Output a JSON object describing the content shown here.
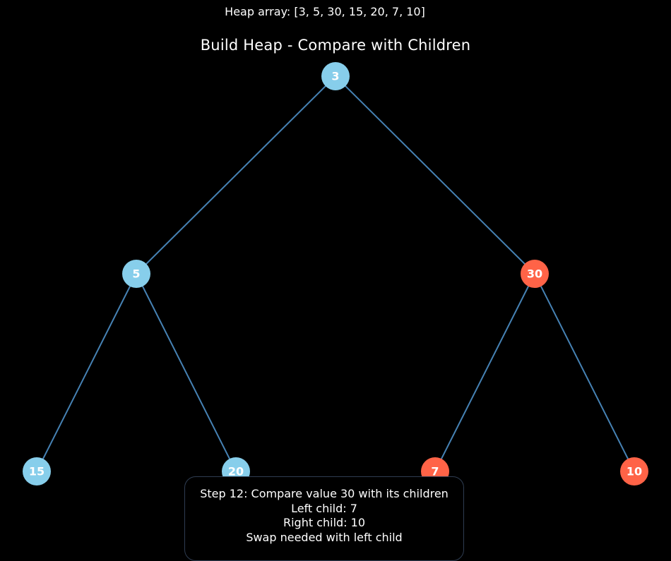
{
  "header": {
    "array_text": "Heap array: [3, 5, 30, 15, 20, 7, 10]"
  },
  "title": "Build Heap - Compare with Children",
  "colors": {
    "background": "#000000",
    "default_node": "#87ceeb",
    "highlight_node": "#ff6347",
    "edge": "#4682b4",
    "text": "#ffffff",
    "box_border": "#2f3d52"
  },
  "tree": {
    "nodes": [
      {
        "id": "n0",
        "value": "3",
        "state": "default"
      },
      {
        "id": "n1",
        "value": "5",
        "state": "default"
      },
      {
        "id": "n2",
        "value": "30",
        "state": "highlight"
      },
      {
        "id": "n3",
        "value": "15",
        "state": "default"
      },
      {
        "id": "n4",
        "value": "20",
        "state": "default"
      },
      {
        "id": "n5",
        "value": "7",
        "state": "highlight"
      },
      {
        "id": "n6",
        "value": "10",
        "state": "highlight"
      }
    ],
    "edges": [
      [
        "n0",
        "n1"
      ],
      [
        "n0",
        "n2"
      ],
      [
        "n1",
        "n3"
      ],
      [
        "n1",
        "n4"
      ],
      [
        "n2",
        "n5"
      ],
      [
        "n2",
        "n6"
      ]
    ]
  },
  "step_info": {
    "line1": "Step 12: Compare value 30 with its children",
    "line2": "Left child: 7",
    "line3": "Right child: 10",
    "line4": "Swap needed with left child"
  }
}
